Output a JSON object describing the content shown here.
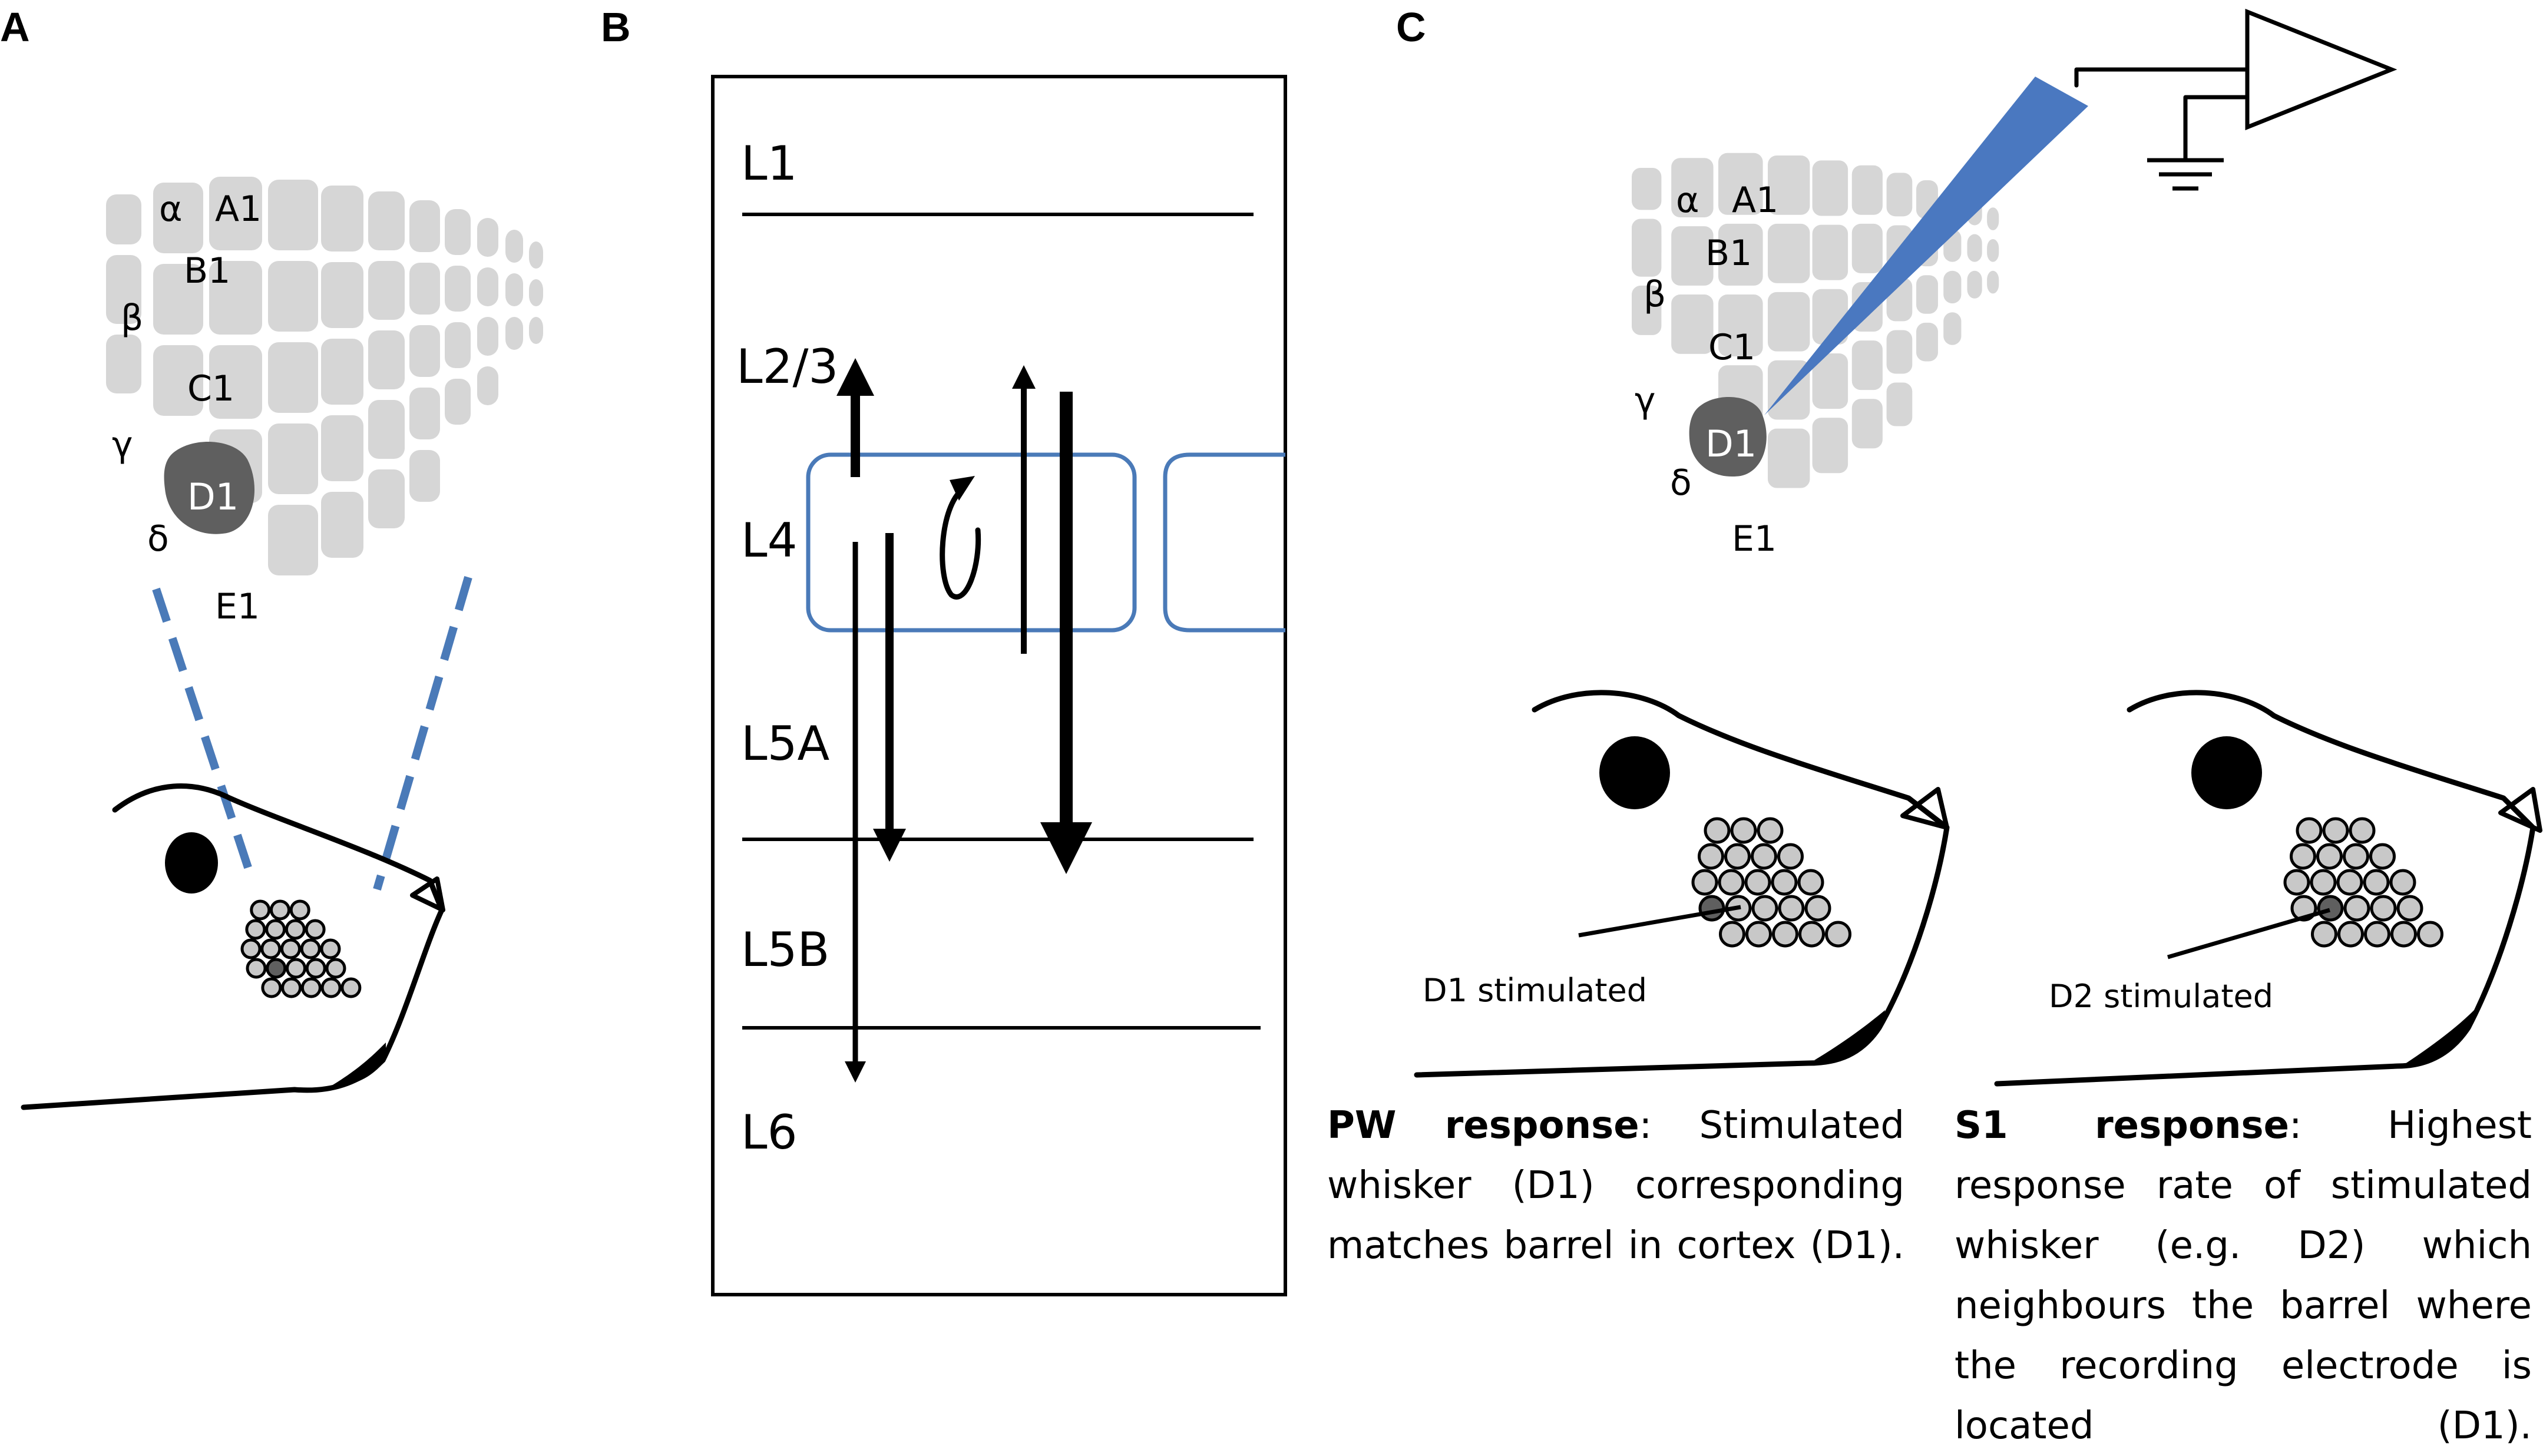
{
  "panels": {
    "a": "A",
    "b": "B",
    "c": "C"
  },
  "barrel_labels": {
    "alpha": "α",
    "a1": "A1",
    "b1": "B1",
    "beta": "β",
    "c1": "C1",
    "gamma": "γ",
    "d1": "D1",
    "delta": "δ",
    "e1": "E1"
  },
  "layers": {
    "l1": "L1",
    "l23": "L2/3",
    "l4": "L4",
    "l5a": "L5A",
    "l5b": "L5B",
    "l6": "L6"
  },
  "stim_labels": {
    "d1": "D1 stimulated",
    "d2": "D2 stimulated"
  },
  "captions": {
    "pw": {
      "title": "PW response",
      "text": ": Stimulated whisker (D1) corresponding matches barrel in cortex (D1)."
    },
    "s1": {
      "title": "S1 response",
      "text": ": Highest response rate of stimulated whisker (e.g. D2) which neighbours the barrel where the recording electrode is located (D1)."
    }
  },
  "colors": {
    "barrel_gray": "#d6d6d6",
    "principal_barrel": "#5f5f5f",
    "electrode_blue": "#4a78c0",
    "barrel_outline_blue": "#4a7ab8",
    "whisker_fill": "#c8c8c8"
  }
}
